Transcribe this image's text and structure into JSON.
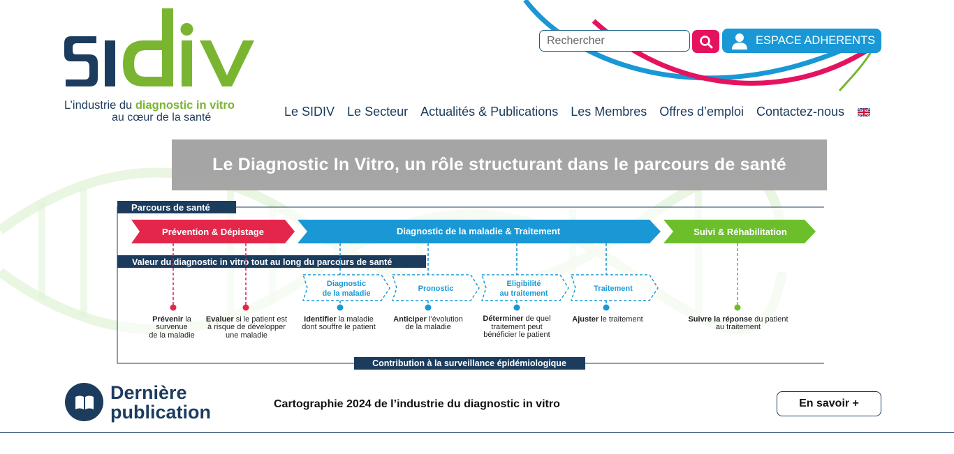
{
  "logo": {
    "wordmark": "sidiv",
    "tagline_part1": "L’industrie du ",
    "tagline_highlight": "diagnostic in vitro",
    "tagline_line2": "au cœur de la santé"
  },
  "header": {
    "search_placeholder": "Rechercher",
    "adherents_label": "ESPACE ADHERENTS"
  },
  "nav": {
    "items": [
      {
        "label": "Le SIDIV"
      },
      {
        "label": "Le Secteur"
      },
      {
        "label": "Actualités & Publications"
      },
      {
        "label": "Les Membres"
      },
      {
        "label": "Offres d’emploi"
      },
      {
        "label": "Contactez-nous"
      }
    ],
    "language_flag": "uk-flag-icon"
  },
  "banner": {
    "title": "Le Diagnostic In Vitro, un rôle structurant dans le parcours de santé"
  },
  "infographic": {
    "parcours_label": "Parcours de santé",
    "valeur_label": "Valeur du diagnostic in vitro tout au long du parcours de santé",
    "contribution_label": "Contribution à la surveillance épidémiologique",
    "stages": [
      {
        "label": "Prévention & Dépistage",
        "color": "#e5264b"
      },
      {
        "label": "Diagnostic de la maladie & Traitement",
        "color": "#1a98d5"
      },
      {
        "label": "Suivi & Réhabilitation",
        "color": "#6cbf2a"
      }
    ],
    "boxes": [
      {
        "line1": "Diagnostic",
        "line2": "de la maladie"
      },
      {
        "line1": "Pronostic",
        "line2": ""
      },
      {
        "line1": "Eligibilité",
        "line2": "au traitement"
      },
      {
        "line1": "Traitement",
        "line2": ""
      }
    ],
    "points": [
      {
        "bold": "Prévenir",
        "rest": " la",
        "line2": "survenue",
        "line3": "de la maladie"
      },
      {
        "bold": "Evaluer",
        "rest": " si le patient est",
        "line2": "à risque de développer",
        "line3": "une maladie"
      },
      {
        "bold": "Identifier",
        "rest": " la maladie",
        "line2": "dont souffre le patient",
        "line3": ""
      },
      {
        "bold": "Anticiper",
        "rest": " l’évolution",
        "line2": "de la maladie",
        "line3": ""
      },
      {
        "bold": "Déterminer",
        "rest": " de quel",
        "line2": "traitement peut",
        "line3": "bénéficier le patient"
      },
      {
        "bold": "Ajuster",
        "rest": " le traitement",
        "line2": "",
        "line3": ""
      },
      {
        "bold": "Suivre la réponse",
        "rest": " du patient",
        "line2": "au traitement",
        "line3": ""
      }
    ]
  },
  "publication": {
    "title_line1": "Dernière",
    "title_line2": "publication",
    "link_text": "Cartographie 2024 de l’industrie du diagnostic in vitro",
    "more_label": "En savoir +"
  },
  "colors": {
    "navy": "#1c3c5e",
    "green": "#7ab531",
    "pink": "#e5135f",
    "blue": "#1a98d5",
    "banner_gray": "#a3a3a3"
  }
}
